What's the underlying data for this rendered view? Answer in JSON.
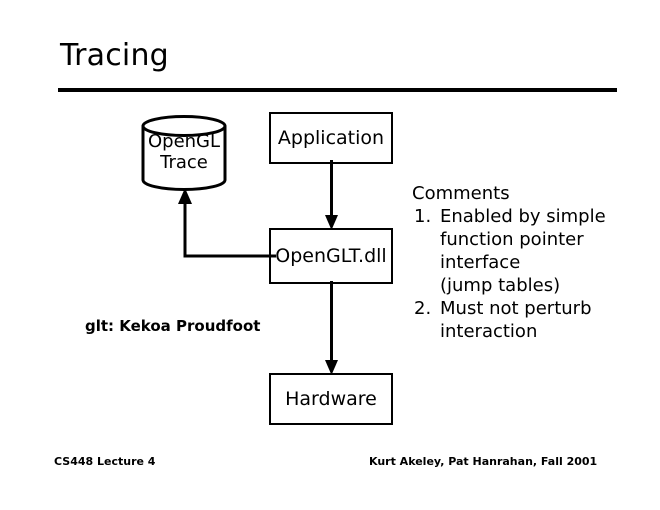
{
  "slide": {
    "title": "Tracing"
  },
  "diagram": {
    "datastore": {
      "icon": "cylinder-database-icon",
      "line1": "OpenGL",
      "line2": "Trace"
    },
    "boxes": [
      {
        "id": "application",
        "label": "Application"
      },
      {
        "id": "openglt-dll",
        "label": "OpenGLT.dll"
      },
      {
        "id": "hardware",
        "label": "Hardware"
      }
    ],
    "connectors": [
      {
        "id": "application-to-openglt",
        "icon": "arrow-down-icon",
        "from": "Application",
        "to": "OpenGLT.dll"
      },
      {
        "id": "openglt-to-hardware",
        "icon": "arrow-down-icon",
        "from": "OpenGLT.dll",
        "to": "Hardware"
      },
      {
        "id": "openglt-to-trace",
        "icon": "elbow-arrow-up-icon",
        "from": "OpenGLT.dll",
        "to": "OpenGL Trace"
      }
    ],
    "credit": "glt: Kekoa Proudfoot"
  },
  "comments": {
    "heading": "Comments",
    "items": [
      {
        "marker": "1.",
        "lines": [
          "Enabled by simple",
          "function pointer",
          "interface",
          "(jump tables)"
        ]
      },
      {
        "marker": "2.",
        "lines": [
          "Must not perturb",
          "interaction"
        ]
      }
    ]
  },
  "footer": {
    "left": "CS448 Lecture 4",
    "right": "Kurt Akeley, Pat Hanrahan, Fall 2001"
  },
  "colors": {
    "background": "#ffffff",
    "ink": "#000000"
  }
}
